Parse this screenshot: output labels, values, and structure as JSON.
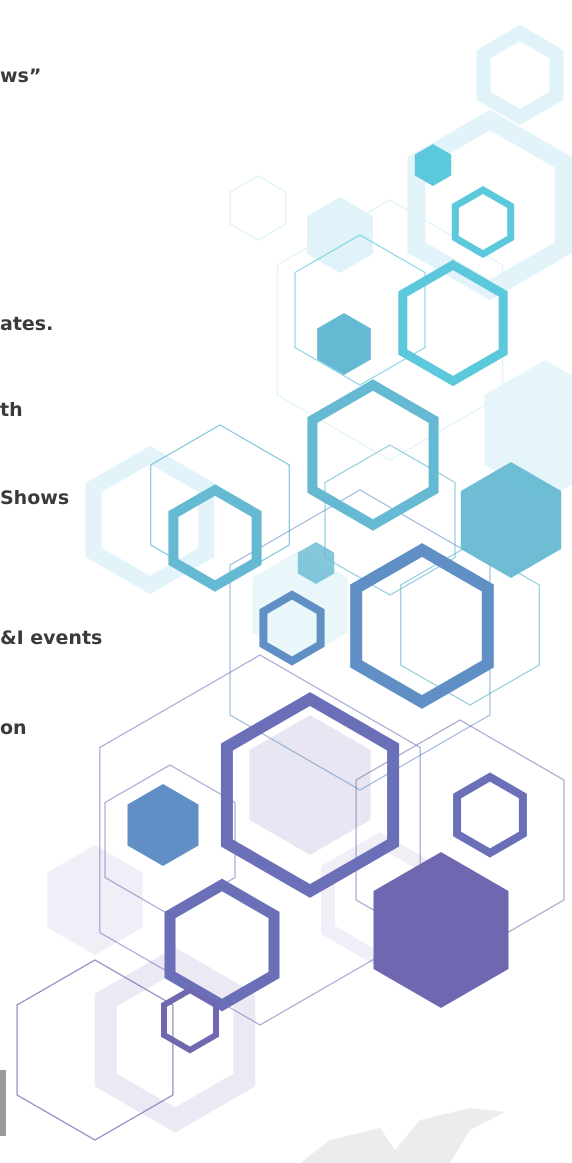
{
  "text_lines": [
    "ws”",
    "ates.",
    "th",
    "Shows",
    "&I events",
    "on"
  ],
  "colors": {
    "text": "#3a3a3a",
    "cyan": "#5bc8dc",
    "teal": "#66b9d2",
    "blue": "#5f8fc4",
    "indigo": "#6a6fb8",
    "violet": "#6f68b0",
    "pale_cyan": "#dff3f8",
    "pale_lavender": "#e6e3f1",
    "edge_gray": "#9a9a9a"
  }
}
